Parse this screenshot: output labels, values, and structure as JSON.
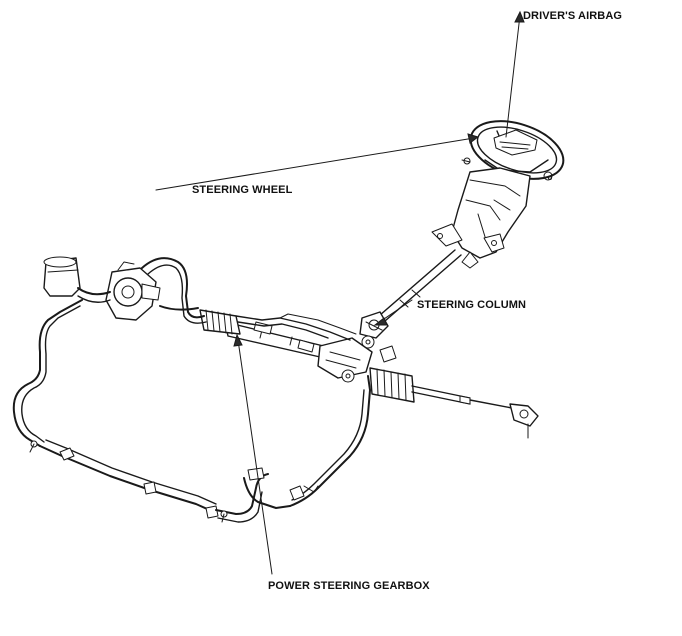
{
  "callouts": {
    "drivers_airbag": "DRIVER'S AIRBAG",
    "steering_wheel": "STEERING WHEEL",
    "steering_column": "STEERING COLUMN",
    "power_steering_gearbox": "POWER STEERING GEARBOX"
  },
  "colors": {
    "line": "#1a1a1a",
    "background": "#ffffff"
  }
}
